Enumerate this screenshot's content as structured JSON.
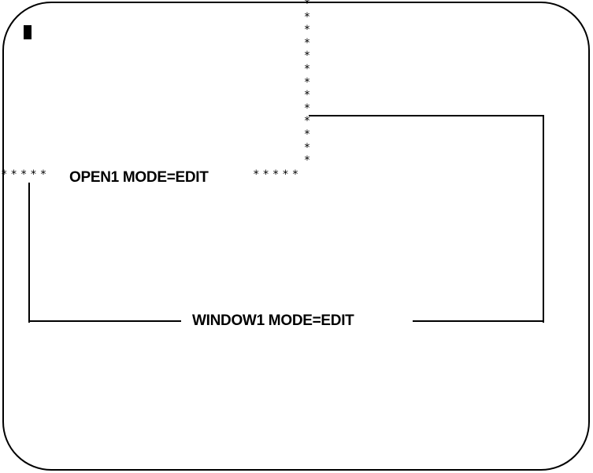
{
  "screen": {
    "background": "#ffffff",
    "foreground": "#000000"
  },
  "cursor": {
    "icon": "block-cursor"
  },
  "windows": [
    {
      "id": "window1",
      "title": "WINDOW1 MODE=EDIT",
      "border_style": "solid line"
    },
    {
      "id": "open1",
      "title": "OPEN1 MODE=EDIT",
      "border_style": "asterisks",
      "border_glyph": "*"
    }
  ],
  "open1_frame": {
    "left_stars": "*****",
    "right_stars": "*****",
    "column_stars": "*\n*\n*\n*\n*\n*\n*\n*\n*\n*\n*\n*\n*"
  }
}
